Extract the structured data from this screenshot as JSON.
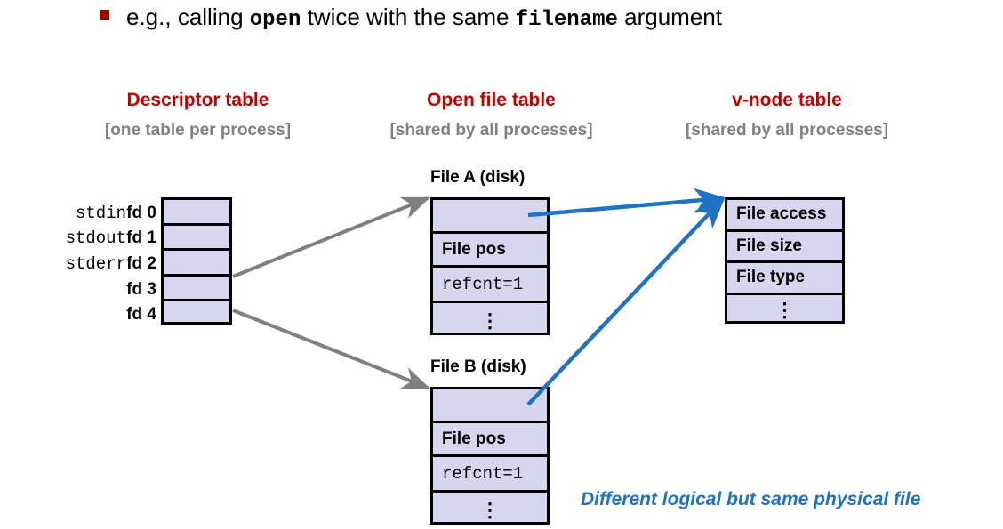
{
  "slide": {
    "bullet": {
      "marker": "square-bullet",
      "text_before": "e.g., calling ",
      "mono_1": "open",
      "text_middle": " twice with the same ",
      "mono_2": "filename",
      "text_after": " argument"
    },
    "columns": [
      {
        "title": "Descriptor table",
        "subtitle": "[one table per process]"
      },
      {
        "title": "Open file table",
        "subtitle": "[shared by all processes]"
      },
      {
        "title": "v-node table",
        "subtitle": "[shared by all processes]"
      }
    ],
    "descriptor_table": {
      "std_labels": [
        "stdin",
        "stdout",
        "stderr",
        "",
        ""
      ],
      "fd_labels": [
        "fd 0",
        "fd 1",
        "fd 2",
        "fd 3",
        "fd 4"
      ],
      "cells": [
        "",
        "",
        "",
        "",
        ""
      ]
    },
    "open_file_tables": [
      {
        "caption": "File A (disk)",
        "rows": [
          "",
          "File pos",
          "refcnt=1",
          "⋮"
        ]
      },
      {
        "caption": "File B (disk)",
        "rows": [
          "",
          "File pos",
          "refcnt=1",
          "⋮"
        ]
      }
    ],
    "vnode_table": {
      "rows": [
        "File access",
        "File size",
        "File type",
        "⋮"
      ]
    },
    "bottom_note": "Different logical but same physical file",
    "colors": {
      "heading_red": "#C00000",
      "subheading_gray": "#808080",
      "cell_fill": "#D6D7EF",
      "cell_border": "#000000",
      "gray_arrow": "#7F7F7F",
      "blue_arrow": "#1F72C4",
      "note_blue": "#1F72C4",
      "bullet_red": "#9E0000"
    }
  }
}
